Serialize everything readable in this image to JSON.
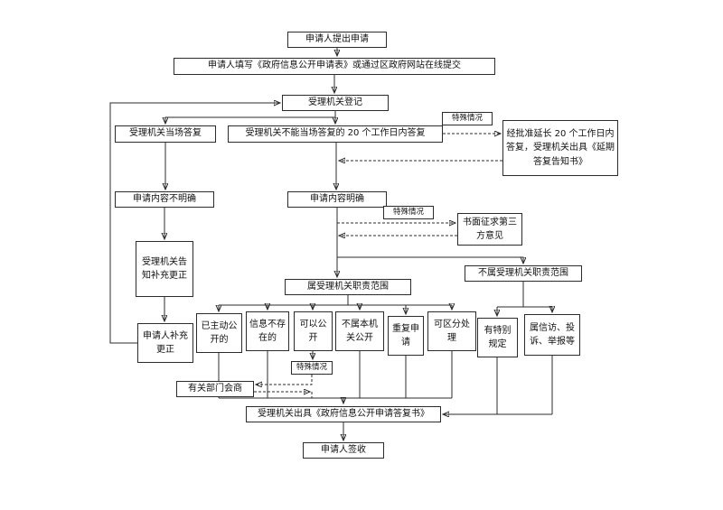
{
  "flowchart": {
    "background": "#ffffff",
    "line_color": "#2b2b2b",
    "text_color": "#111111",
    "nodes": {
      "apply": "申请人提出申请",
      "fill": "申请人填写《政府信息公开申请表》或通过区政府网站在线提交",
      "register": "受理机关登记",
      "onspot": "受理机关当场答复",
      "within20": "受理机关不能当场答复的 20 个工作日内答复",
      "special1": "特殊情况",
      "extend": "经批准延长 20 个工作日内答复，受理机关出具《延期答复告知书》",
      "unclear": "申请内容不明确",
      "clear": "申请内容明确",
      "special2": "特殊情况",
      "thirdparty": "书面征求第三方意见",
      "notify": "受理机关告知补充更正",
      "inscope": "属受理机关职责范围",
      "outscope": "不属受理机关职责范围",
      "supplement": "申请人补充更正",
      "proactive": "已主动公开的",
      "notexist": "信息不存在的",
      "canopen": "可以公开",
      "notthis": "不属本机关公开",
      "repeat": "重复申请",
      "distinguish": "可区分处理",
      "specialrule": "有特别规定",
      "petition": "属信访、投诉、举报等",
      "special3": "特殊情况",
      "consult": "有关部门会商",
      "reply": "受理机关出具《政府信息公开申请答复书》",
      "sign": "申请人签收"
    }
  }
}
